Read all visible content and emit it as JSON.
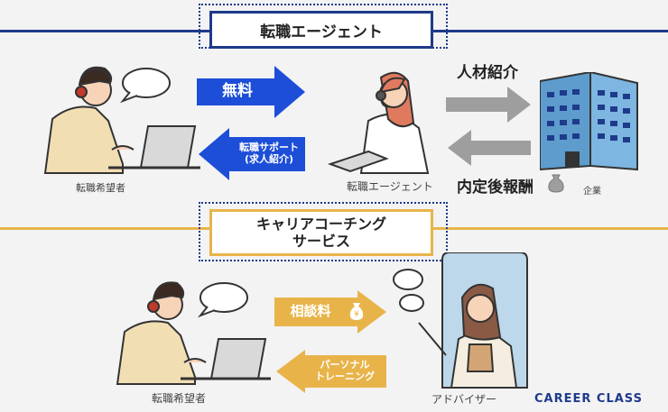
{
  "top": {
    "title": "転職エージェント",
    "arrow_free": "無料",
    "arrow_support_line1": "転職サポート",
    "arrow_support_line2": "(求人紹介)",
    "label_seeker": "転職希望者",
    "label_agent": "転職エージェント",
    "label_company": "企業",
    "right_top": "人材紹介",
    "right_bottom": "内定後報酬"
  },
  "bottom": {
    "title_line1": "キャリアコーチング",
    "title_line2": "サービス",
    "arrow_fee": "相談料",
    "arrow_training_line1": "パーソナル",
    "arrow_training_line2": "トレーニング",
    "label_seeker": "転職希望者",
    "label_advisor": "アドバイザー"
  },
  "brand": "CAREER CLASS",
  "colors": {
    "navy": "#1e3a8a",
    "blue_arrow": "#1d4ed8",
    "gold": "#e8b44a",
    "gray_arrow": "#9e9e9e",
    "building": "#6fa8d6"
  },
  "icons": [
    "headset-person-icon",
    "laptop-icon",
    "speech-bubble-icon",
    "building-icon",
    "money-bag-icon",
    "advisor-phone-icon"
  ]
}
